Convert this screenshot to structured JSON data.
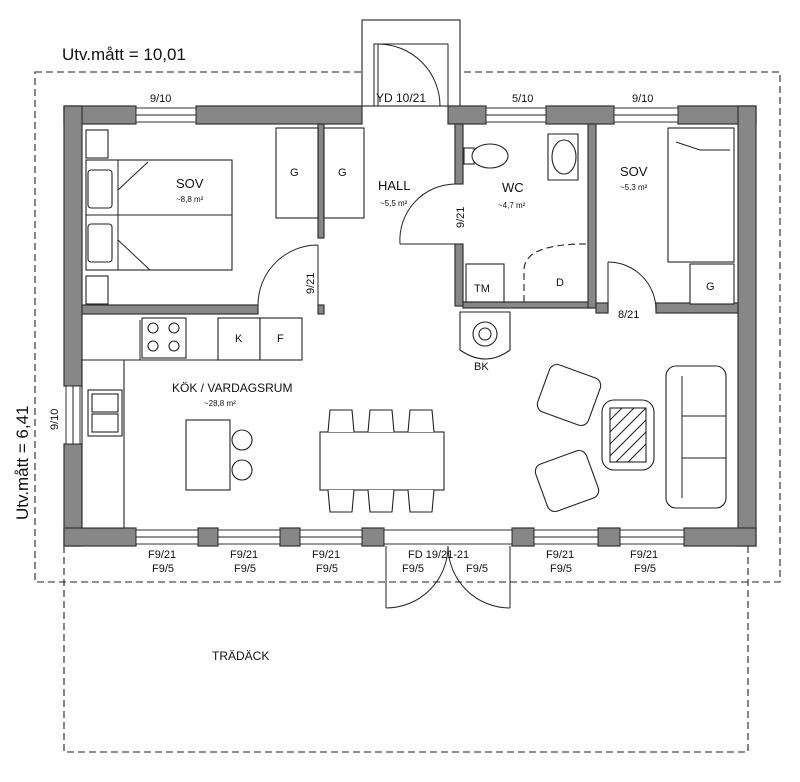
{
  "dimensions": {
    "width_label": "Utv.mått = 10,01",
    "height_label": "Utv.mått = 6,41"
  },
  "rooms": {
    "sov1": {
      "name": "SOV",
      "area": "~8,8 m²"
    },
    "hall": {
      "name": "HALL",
      "area": "~5,5 m²"
    },
    "wc": {
      "name": "WC",
      "area": "~4,7 m²"
    },
    "sov2": {
      "name": "SOV",
      "area": "~5,3 m²"
    },
    "kok": {
      "name": "KÖK / VARDAGSRUM",
      "area": "~28,8 m²"
    }
  },
  "fixtures": {
    "closet_g1": "G",
    "closet_g2": "G",
    "closet_g3": "G",
    "tm": "TM",
    "d": "D",
    "k": "K",
    "f": "F",
    "bk": "BK"
  },
  "openings": {
    "top_win_left": "9/10",
    "top_door": "YD 10/21",
    "top_win_wc": "5/10",
    "top_win_right": "9/10",
    "left_win": "9/10",
    "door_sov1": "9/21",
    "door_wc": "9/21",
    "door_sov2": "8/21",
    "bottom": [
      {
        "top": "F9/21",
        "bottom": "F9/5"
      },
      {
        "top": "F9/21",
        "bottom": "F9/5"
      },
      {
        "top": "F9/21",
        "bottom": "F9/5"
      },
      {
        "top": "FD 19/21-21",
        "bottom": "F9/5"
      },
      {
        "top": "F9/21",
        "bottom": "F9/5"
      },
      {
        "top": "F9/21",
        "bottom": "F9/5"
      }
    ],
    "bottom_right_sub": "F9/5"
  },
  "deck": {
    "label": "TRÄDÄCK"
  }
}
